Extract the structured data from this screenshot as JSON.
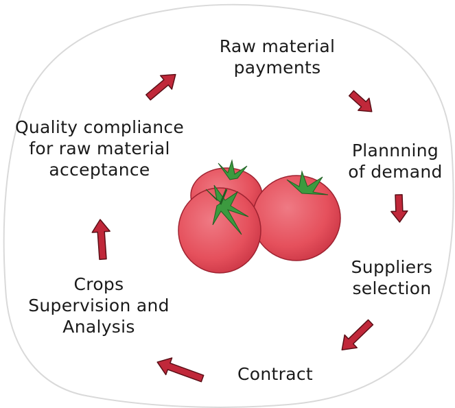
{
  "colors": {
    "arrow_fill": "#c0283a",
    "arrow_stroke": "#5a0e16",
    "blob_edge": "#d9d9d9",
    "tomato": "#e5505c",
    "tomato_dark": "#cf3a49",
    "stem": "#3c9a3f"
  },
  "illustration": {
    "name": "three tomatoes with green stems",
    "icon": "tomatoes-icon"
  },
  "steps": [
    {
      "id": "raw-material-payments",
      "lines": [
        "Raw material",
        "payments"
      ]
    },
    {
      "id": "planning-of-demand",
      "lines": [
        "Plannning",
        "of demand"
      ]
    },
    {
      "id": "suppliers-selection",
      "lines": [
        "Suppliers",
        "selection"
      ]
    },
    {
      "id": "contract",
      "lines": [
        "Contract"
      ]
    },
    {
      "id": "crops-supervision-and-analysis",
      "lines": [
        "Crops",
        "Supervision and",
        "Analysis"
      ]
    },
    {
      "id": "quality-compliance",
      "lines": [
        "Quality compliance",
        "for raw material",
        "acceptance"
      ]
    }
  ],
  "arrows": [
    {
      "from": "raw-material-payments",
      "to": "planning-of-demand",
      "direction": "down-right"
    },
    {
      "from": "planning-of-demand",
      "to": "suppliers-selection",
      "direction": "down"
    },
    {
      "from": "suppliers-selection",
      "to": "contract",
      "direction": "down-left"
    },
    {
      "from": "contract",
      "to": "crops-supervision-and-analysis",
      "direction": "left"
    },
    {
      "from": "crops-supervision-and-analysis",
      "to": "quality-compliance",
      "direction": "up"
    },
    {
      "from": "quality-compliance",
      "to": "raw-material-payments",
      "direction": "up-right"
    }
  ]
}
